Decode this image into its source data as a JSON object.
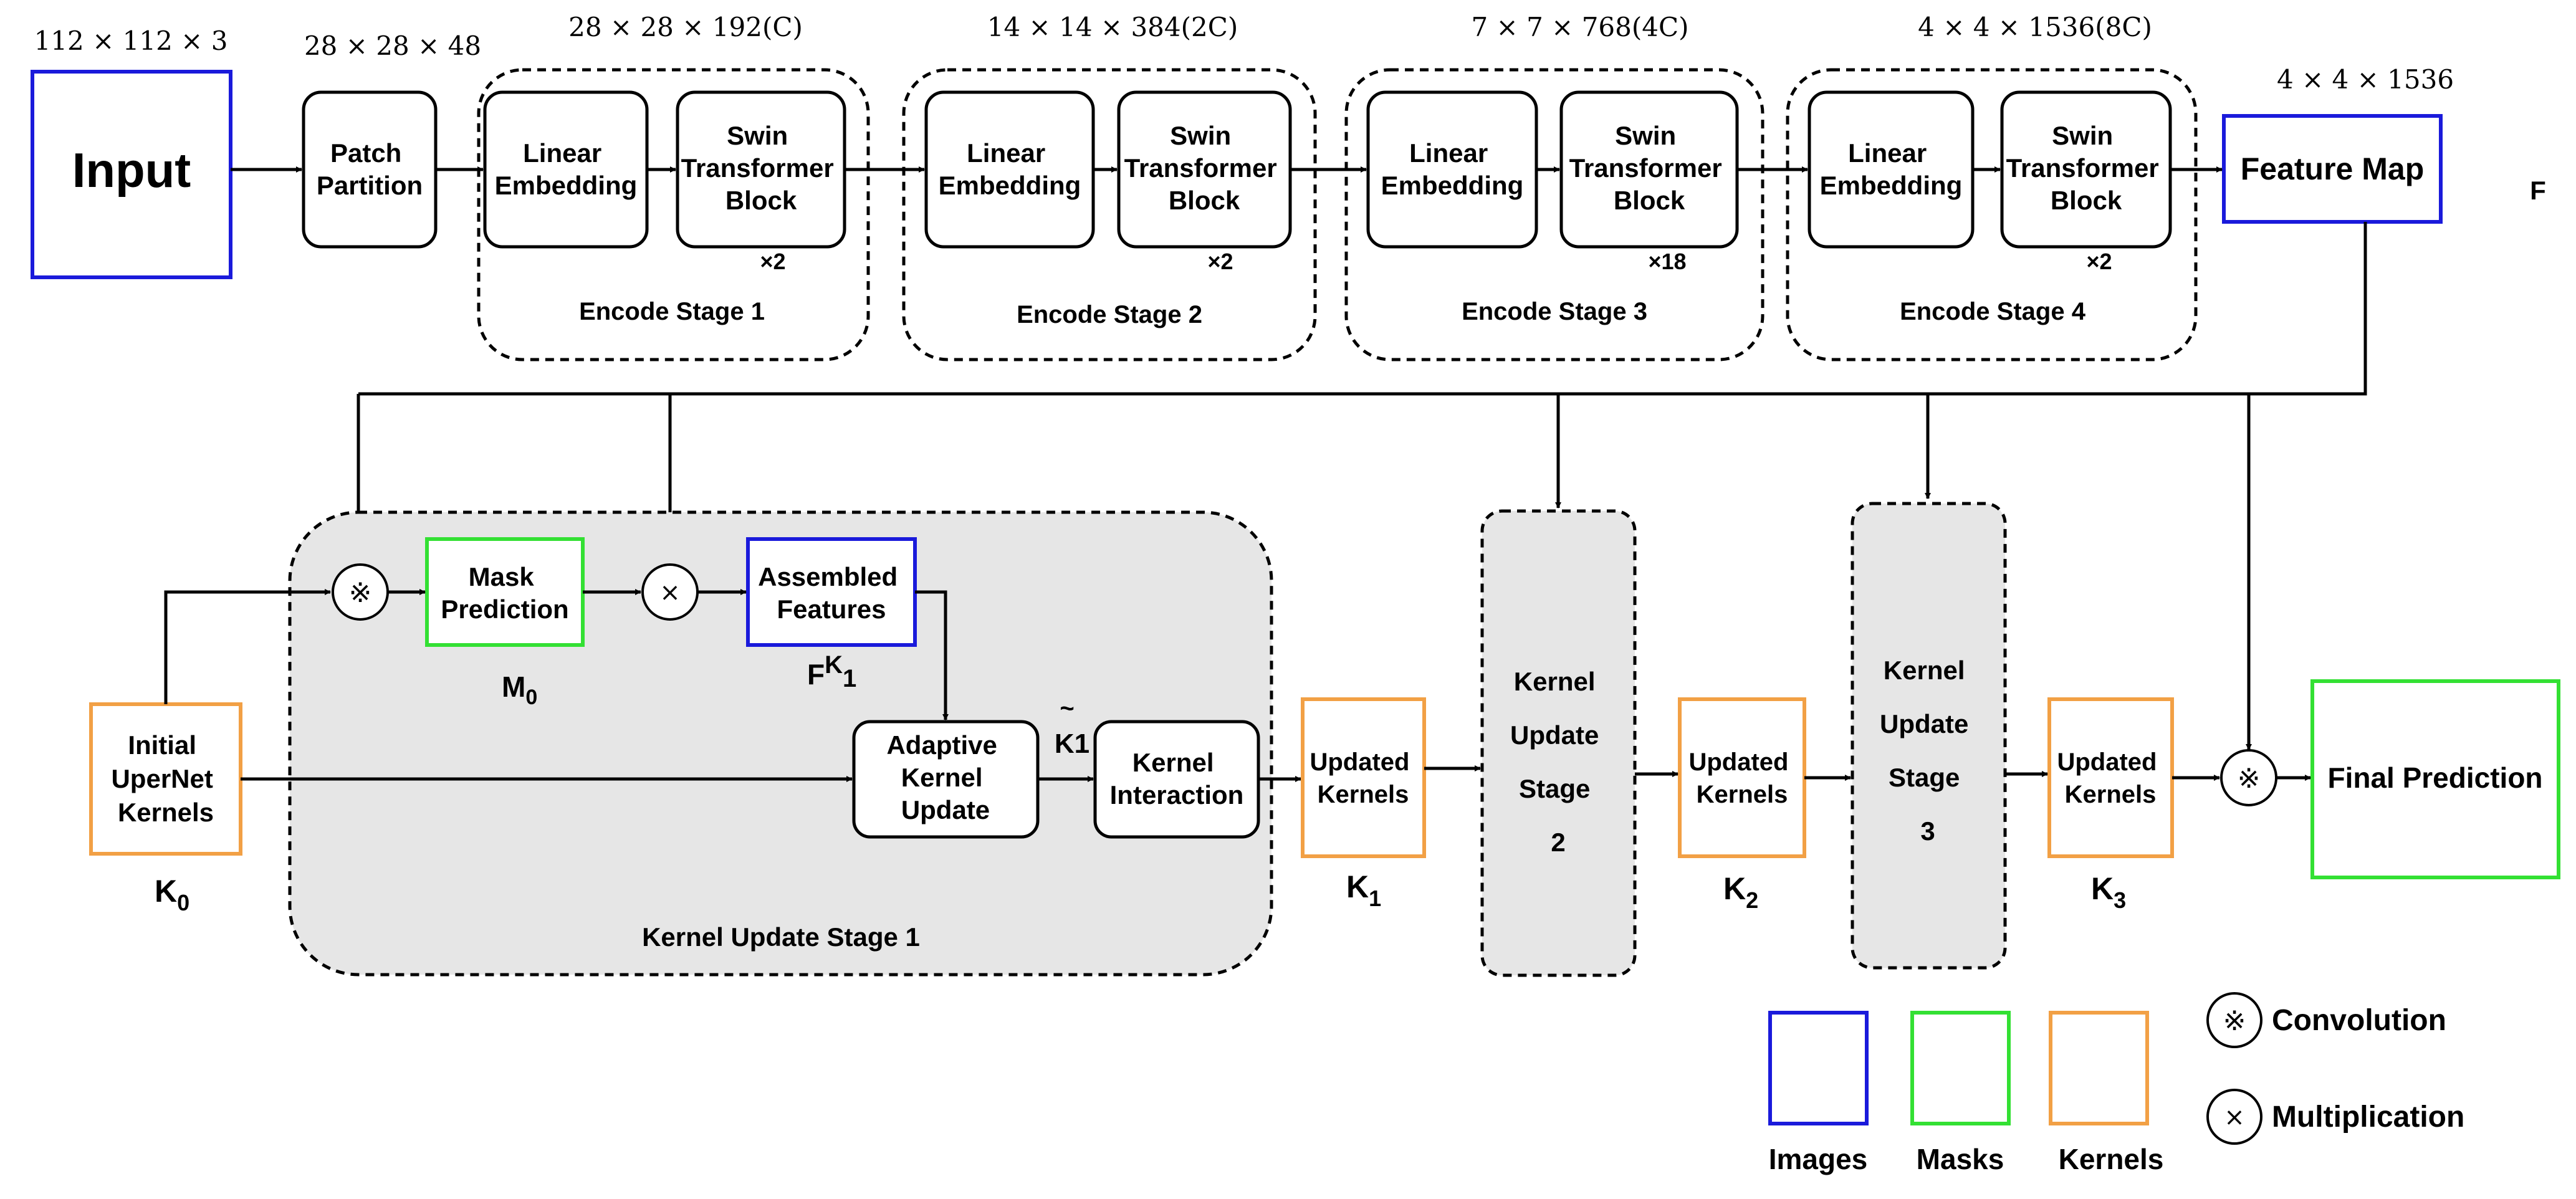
{
  "colors": {
    "images": "#1a1adb",
    "masks": "#33e033",
    "kernels": "#f2a045"
  },
  "dims": {
    "input": "112 × 112 × 3",
    "patch": "28 × 28 × 48",
    "stage1": "28 × 28 × 192(C)",
    "stage2": "14 × 14 × 384(2C)",
    "stage3": "7 × 7 × 768(4C)",
    "stage4": "4 × 4 × 1536(8C)",
    "feature": "4 × 4 × 1536"
  },
  "input_label": "Input",
  "patch_partition": [
    "Patch",
    "Partition"
  ],
  "linear_embedding": [
    "Linear",
    "Embedding"
  ],
  "swin_block": [
    "Swin",
    "Transformer",
    "Block"
  ],
  "encode_stages": [
    {
      "name": "Encode Stage 1",
      "repeat": "×2"
    },
    {
      "name": "Encode Stage 2",
      "repeat": "×2"
    },
    {
      "name": "Encode Stage 3",
      "repeat": "×18"
    },
    {
      "name": "Encode Stage 4",
      "repeat": "×2"
    }
  ],
  "feature_map": "Feature Map",
  "feature_symbol": "F",
  "initial_kernels": [
    "Initial",
    "UperNet",
    "Kernels"
  ],
  "k0": {
    "base": "K",
    "sub": "0"
  },
  "mask_prediction": [
    "Mask",
    "Prediction"
  ],
  "m0": {
    "base": "M",
    "sub": "0"
  },
  "assembled_features": [
    "Assembled",
    "Features"
  ],
  "fk1": {
    "base": "F",
    "sup": "K",
    "supsub": "1"
  },
  "adaptive_update": [
    "Adaptive",
    "Kernel",
    "Update"
  ],
  "k1_tilde": {
    "tilde": "~",
    "label": "K1"
  },
  "kernel_interaction": [
    "Kernel",
    "Interaction"
  ],
  "kernel_update_stage1": "Kernel Update Stage 1",
  "updated_kernels": [
    "Updated",
    "Kernels"
  ],
  "k_labels": [
    {
      "base": "K",
      "sub": "1"
    },
    {
      "base": "K",
      "sub": "2"
    },
    {
      "base": "K",
      "sub": "3"
    }
  ],
  "kernel_update_stage2": [
    "Kernel",
    "Update",
    "Stage",
    "2"
  ],
  "kernel_update_stage3": [
    "Kernel",
    "Update",
    "Stage",
    "3"
  ],
  "final_prediction": "Final Prediction",
  "legend": {
    "images": "Images",
    "masks": "Masks",
    "kernels": "Kernels",
    "convolution": "Convolution",
    "multiplication": "Multiplication"
  },
  "symbols": {
    "conv": "※",
    "mult": "×"
  }
}
